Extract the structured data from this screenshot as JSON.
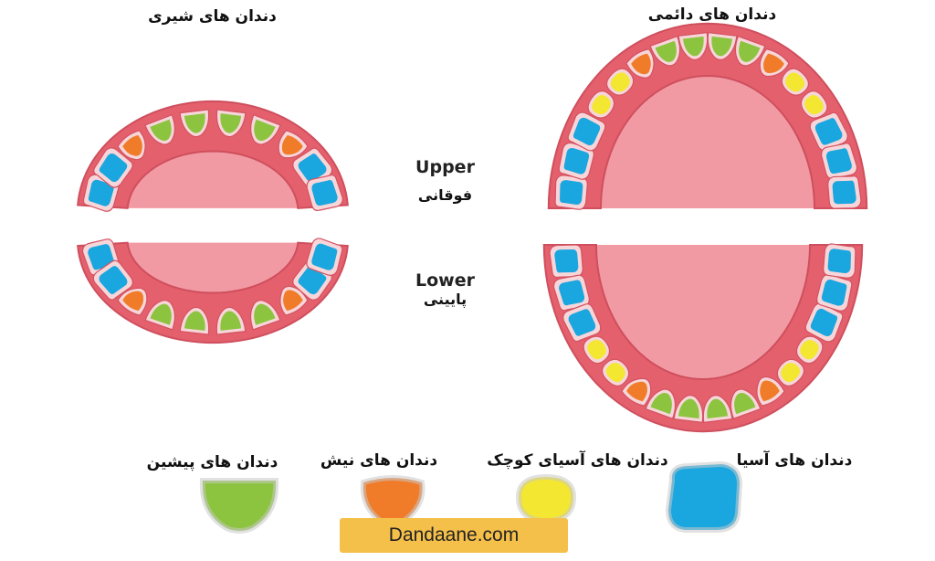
{
  "titles": {
    "primary": "دندان های شیری",
    "permanent": "دندان های دائمی"
  },
  "jaw_labels": {
    "upper_en": "Upper",
    "upper_fa": "فوقانی",
    "lower_en": "Lower",
    "lower_fa": "پایینی"
  },
  "legend": [
    {
      "label": "دندان های پیشین",
      "color": "#8cc43f",
      "type": "incisor"
    },
    {
      "label": "دندان های نیش",
      "color": "#f07c2a",
      "type": "canine"
    },
    {
      "label": "دندان های آسیای کوچک",
      "color": "#f3e731",
      "type": "premolar"
    },
    {
      "label": "دندان های آسیا",
      "color": "#1aa6df",
      "type": "molar"
    }
  ],
  "brand": "Dandaane.com",
  "colors": {
    "gum": "#e4606c",
    "gum_dark": "#d45261",
    "palate_light": "#f29aa3",
    "gum_border": "#cf4f5e"
  },
  "arches": {
    "primary_upper": [
      "molar",
      "molar",
      "canine",
      "incisor",
      "incisor",
      "incisor",
      "incisor",
      "canine",
      "molar",
      "molar"
    ],
    "primary_lower": [
      "molar",
      "molar",
      "canine",
      "incisor",
      "incisor",
      "incisor",
      "incisor",
      "canine",
      "molar",
      "molar"
    ],
    "permanent_upper": [
      "molar",
      "molar",
      "molar",
      "premolar",
      "premolar",
      "canine",
      "incisor",
      "incisor",
      "incisor",
      "incisor",
      "canine",
      "premolar",
      "premolar",
      "molar",
      "molar",
      "molar"
    ],
    "permanent_lower": [
      "molar",
      "molar",
      "molar",
      "premolar",
      "premolar",
      "canine",
      "incisor",
      "incisor",
      "incisor",
      "incisor",
      "canine",
      "premolar",
      "premolar",
      "molar",
      "molar",
      "molar"
    ]
  }
}
